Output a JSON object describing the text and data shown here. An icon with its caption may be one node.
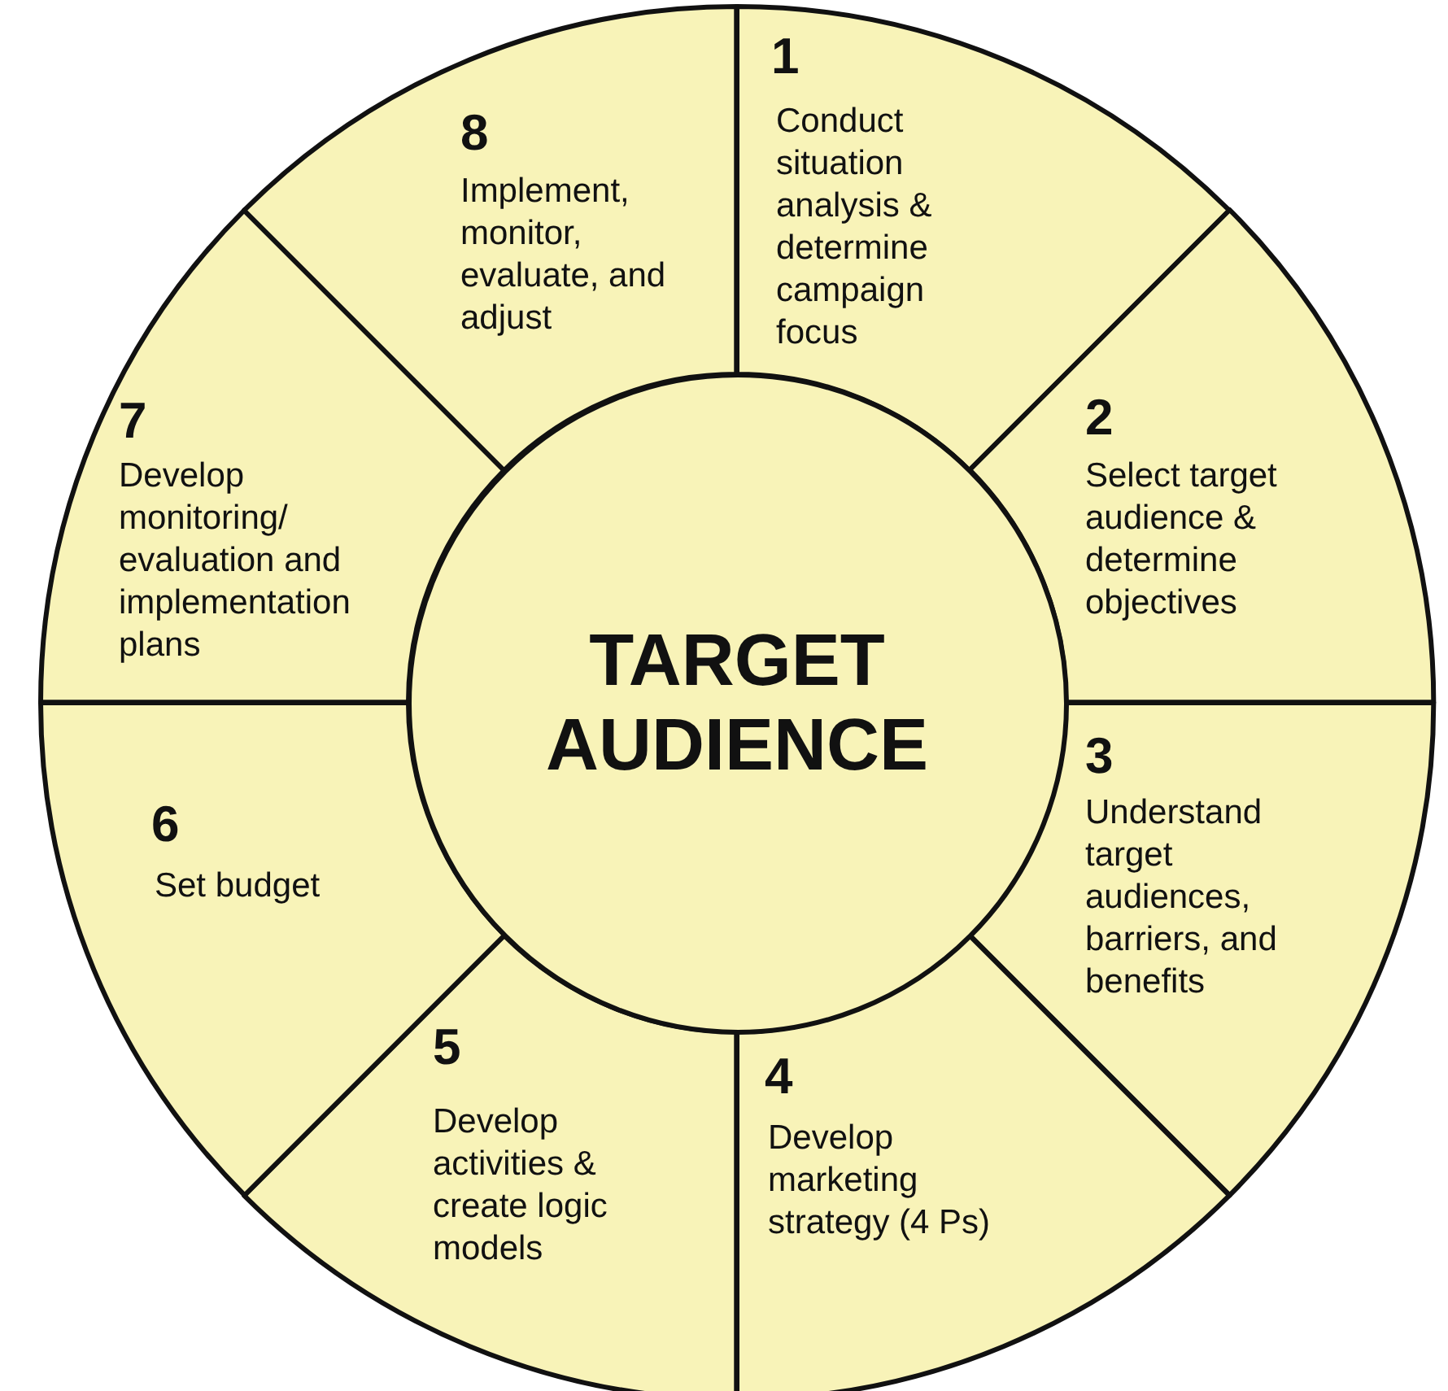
{
  "diagram": {
    "nodes": [
      {
        "text": [
          "1",
          "Conduct situation analysis & determine campaign focus"
        ]
      },
      {
        "text": [
          "2",
          "Select target audience & determine objectives"
        ]
      },
      {
        "text": [
          "3",
          "Understand target audiences, barriers, and benefits"
        ]
      },
      {
        "text": [
          "4",
          "Develop marketing strategy (4 Ps)"
        ]
      },
      {
        "text": [
          "5",
          "Develop activities & create logic models"
        ]
      },
      {
        "text": [
          "6",
          "Set budget"
        ]
      },
      {
        "text": [
          "7",
          "Develop monitoring/ evaluation and implementation plans"
        ]
      },
      {
        "text": [
          "8",
          "Implement, monitor, evaluate, and adjust"
        ]
      },
      {
        "text": [
          "TARGET AUDIENCE"
        ]
      }
    ]
  }
}
